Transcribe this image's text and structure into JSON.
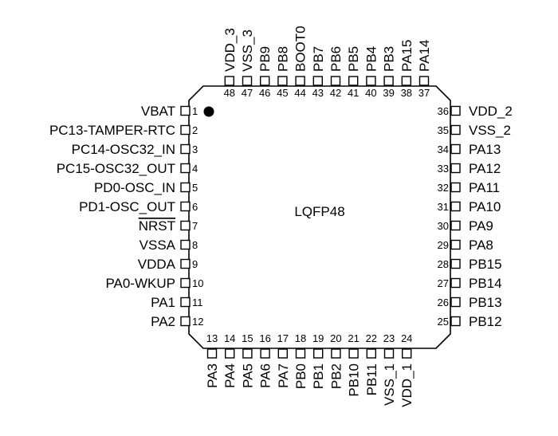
{
  "package": {
    "name": "LQFP48",
    "pin1_marker": "filled-dot"
  },
  "pins": {
    "left": [
      {
        "num": "1",
        "label": "VBAT"
      },
      {
        "num": "2",
        "label": "PC13-TAMPER-RTC"
      },
      {
        "num": "3",
        "label": "PC14-OSC32_IN"
      },
      {
        "num": "4",
        "label": "PC15-OSC32_OUT"
      },
      {
        "num": "5",
        "label": "PD0-OSC_IN"
      },
      {
        "num": "6",
        "label": "PD1-OSC_OUT"
      },
      {
        "num": "7",
        "label": "NRST",
        "overline": true
      },
      {
        "num": "8",
        "label": "VSSA"
      },
      {
        "num": "9",
        "label": "VDDA"
      },
      {
        "num": "10",
        "label": "PA0-WKUP"
      },
      {
        "num": "11",
        "label": "PA1"
      },
      {
        "num": "12",
        "label": "PA2"
      }
    ],
    "bottom": [
      {
        "num": "13",
        "label": "PA3"
      },
      {
        "num": "14",
        "label": "PA4"
      },
      {
        "num": "15",
        "label": "PA5"
      },
      {
        "num": "16",
        "label": "PA6"
      },
      {
        "num": "17",
        "label": "PA7"
      },
      {
        "num": "18",
        "label": "PB0"
      },
      {
        "num": "19",
        "label": "PB1"
      },
      {
        "num": "20",
        "label": "PB2"
      },
      {
        "num": "21",
        "label": "PB10"
      },
      {
        "num": "22",
        "label": "PB11"
      },
      {
        "num": "23",
        "label": "VSS_1"
      },
      {
        "num": "24",
        "label": "VDD_1"
      }
    ],
    "right": [
      {
        "num": "25",
        "label": "PB12"
      },
      {
        "num": "26",
        "label": "PB13"
      },
      {
        "num": "27",
        "label": "PB14"
      },
      {
        "num": "28",
        "label": "PB15"
      },
      {
        "num": "29",
        "label": "PA8"
      },
      {
        "num": "30",
        "label": "PA9"
      },
      {
        "num": "31",
        "label": "PA10"
      },
      {
        "num": "32",
        "label": "PA11"
      },
      {
        "num": "33",
        "label": "PA12"
      },
      {
        "num": "34",
        "label": "PA13"
      },
      {
        "num": "35",
        "label": "VSS_2"
      },
      {
        "num": "36",
        "label": "VDD_2"
      }
    ],
    "top": [
      {
        "num": "37",
        "label": "PA14"
      },
      {
        "num": "38",
        "label": "PA15"
      },
      {
        "num": "39",
        "label": "PB3"
      },
      {
        "num": "40",
        "label": "PB4"
      },
      {
        "num": "41",
        "label": "PB5"
      },
      {
        "num": "42",
        "label": "PB6"
      },
      {
        "num": "43",
        "label": "PB7"
      },
      {
        "num": "44",
        "label": "BOOT0"
      },
      {
        "num": "45",
        "label": "PB8"
      },
      {
        "num": "46",
        "label": "PB9"
      },
      {
        "num": "47",
        "label": "VSS_3"
      },
      {
        "num": "48",
        "label": "VDD_3"
      }
    ]
  }
}
